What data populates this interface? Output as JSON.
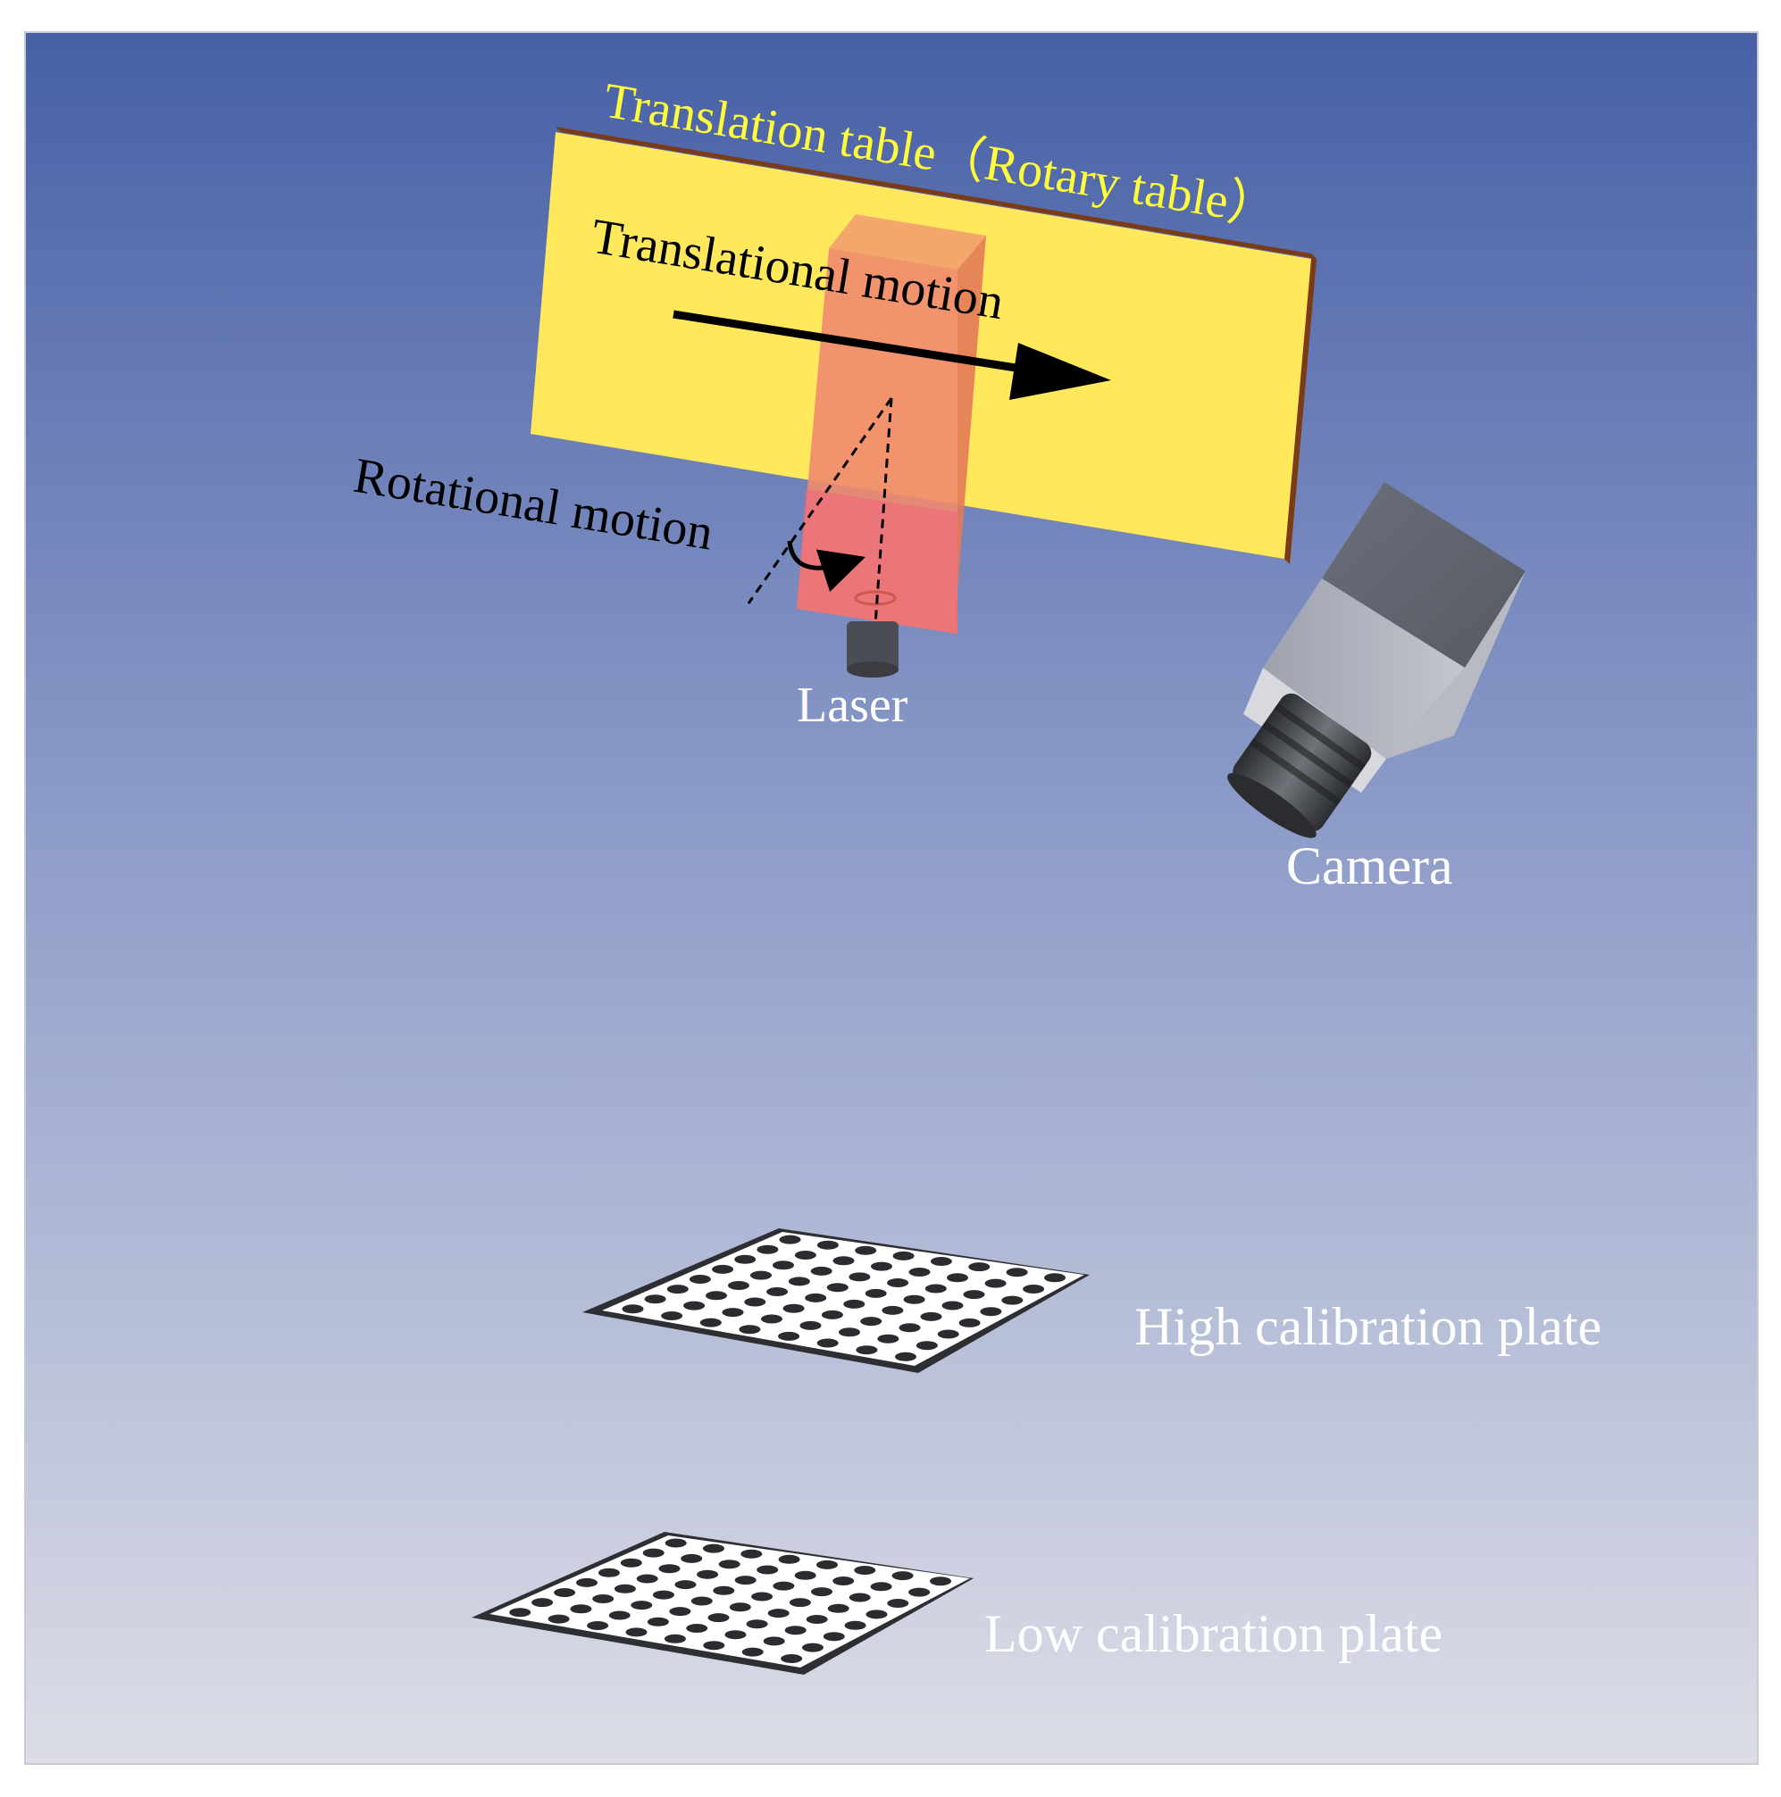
{
  "labels": {
    "translation_table": "Translation table（Rotary table）",
    "translational_motion": "Translational motion",
    "rotational_motion": "Rotational motion",
    "laser": "Laser",
    "camera": "Camera",
    "high_plate": "High calibration plate",
    "low_plate": "Low calibration plate"
  },
  "colors": {
    "background_top": "#4760a6",
    "background_bottom": "#dcdde6",
    "table_face": "#ffe85c",
    "table_edge": "#7a3b16",
    "laser_body": "#f08a6e",
    "table_label": "#ffff3a",
    "white_label": "#ffffff",
    "black_label": "#000000"
  }
}
